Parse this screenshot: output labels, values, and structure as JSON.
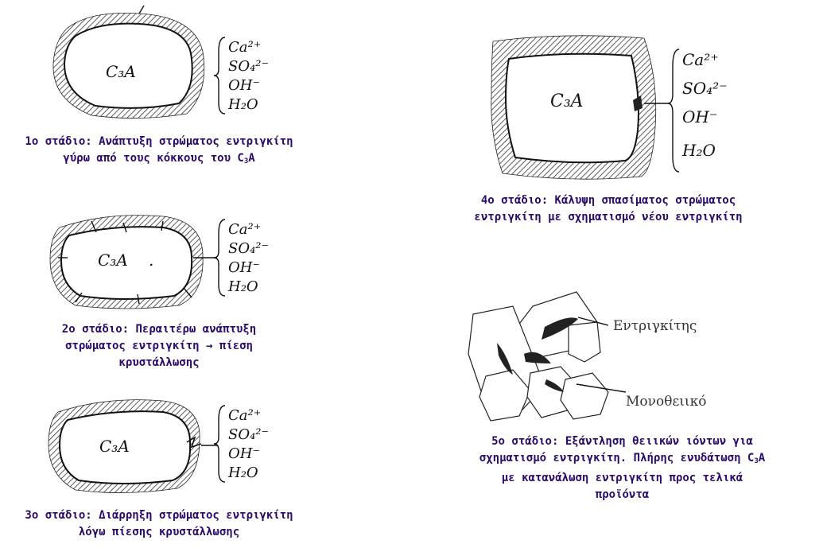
{
  "ions": {
    "ca": "Ca²⁺",
    "so4": "SO₄²⁻",
    "oh": "OH⁻",
    "h2o": "H₂O"
  },
  "grain_label": "C₃A",
  "stage1": {
    "line1": "1ο στάδιο: Ανάπτυξη στρώματος εντριγκίτη",
    "line2_pre": "γύρω από τους κόκκους του C",
    "line2_sub": "3",
    "line2_post": "A"
  },
  "stage2": {
    "line1": "2ο στάδιο: Περαιτέρω ανάπτυξη",
    "line2": "στρώματος εντριγκίτη → πίεση",
    "line3": "κρυστάλλωσης"
  },
  "stage3": {
    "line1": "3ο στάδιο: Διάρρηξη στρώματος εντριγκίτη",
    "line2": "λόγω πίεσης κρυστάλλωσης"
  },
  "stage4": {
    "line1": "4ο στάδιο: Κάλυψη σπασίματος στρώματος",
    "line2": "εντριγκίτη με σχηματισμό νέου εντριγκίτη"
  },
  "stage5": {
    "label_ettringite": "Εντριγκίτης",
    "label_mono": "Μονοθειικό",
    "line1": "5ο στάδιο: Εξάντληση θειικών ιόντων για",
    "line2_pre": "σχηματισμό εντριγκίτη. Πλήρης ενυδάτωση C",
    "line2_sub": "3",
    "line2_post": "A",
    "line3": "με κατανάλωση εντριγκίτη προς τελικά",
    "line4": "προϊόντα"
  }
}
